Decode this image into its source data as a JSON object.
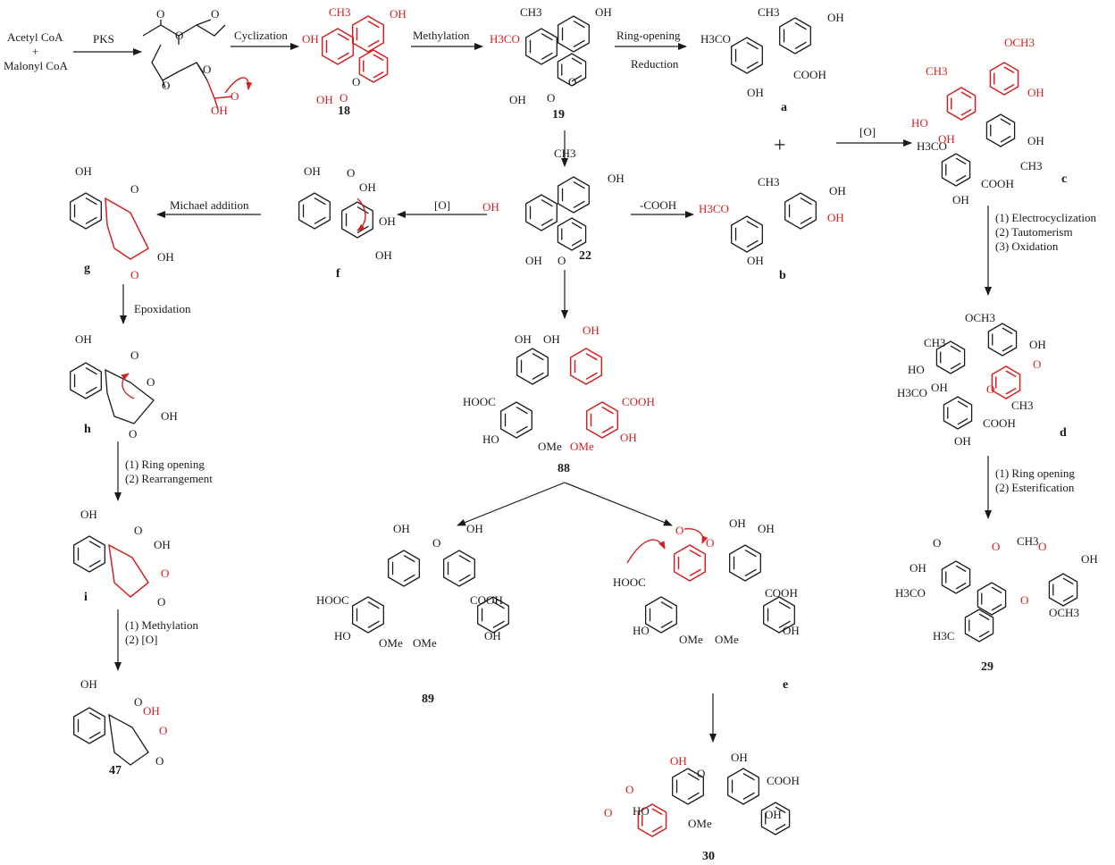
{
  "reactions": {
    "start_line1": "Acetyl CoA",
    "start_plus": "+",
    "start_line2": "Malonyl CoA",
    "pks": "PKS",
    "cyclization": "Cyclization",
    "methylation": "Methylation",
    "ring_opening": "Ring-opening",
    "reduction": "Reduction",
    "oxidation_c": "[O]",
    "plus_ab": "+",
    "michael_addition": "Michael addition",
    "oxidation_f": "[O]",
    "decarboxylation": "-COOH",
    "epoxidation": "Epoxidation",
    "h_to_i_1": "(1) Ring opening",
    "h_to_i_2": "(2) Rearrangement",
    "i_to_47_1": "(1) Methylation",
    "i_to_47_2": "(2) [O]",
    "c_to_d_1": "(1) Electrocyclization",
    "c_to_d_2": "(2) Tautomerism",
    "c_to_d_3": "(3) Oxidation",
    "d_to_29_1": "(1) Ring opening",
    "d_to_29_2": "(2) Esterification"
  },
  "compounds": {
    "c18": "18",
    "c19": "19",
    "c22": "22",
    "c88": "88",
    "c89": "89",
    "c30": "30",
    "c29": "29",
    "c47": "47",
    "a": "a",
    "b": "b",
    "c": "c",
    "d": "d",
    "e": "e",
    "f": "f",
    "g": "g",
    "h": "h",
    "i": "i"
  },
  "groups": {
    "OH": "OH",
    "CH3": "CH3",
    "H3CO": "H3CO",
    "H3C": "H3C",
    "COOH": "COOH",
    "HOOC": "HOOC",
    "OMe": "OMe",
    "OCH3": "OCH3",
    "O": "O",
    "HO": "HO"
  },
  "colors": {
    "black": "#1a1a1a",
    "red": "#d42020"
  }
}
